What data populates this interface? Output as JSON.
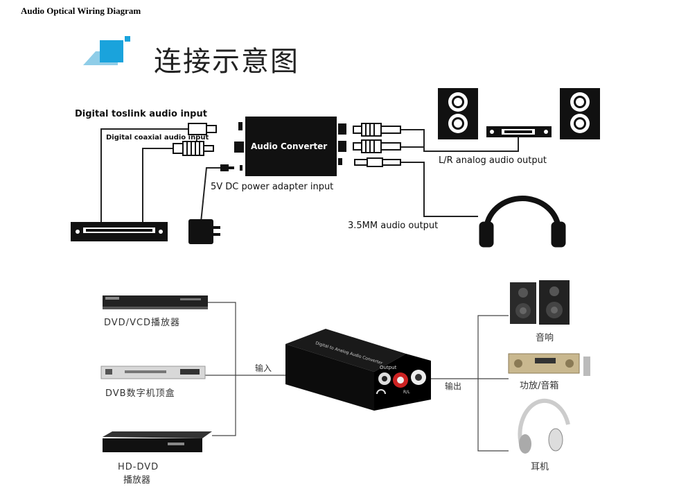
{
  "page_title": "Audio Optical Wiring Diagram",
  "section_title": "连接示意图",
  "top_diagram": {
    "converter_label": "Audio Converter",
    "toslink_input": "Digital  toslink audio input",
    "coaxial_input": "Digital  coaxial audio input",
    "power_input": "5V DC power adapter input",
    "analog_output": "L/R analog audio output",
    "headphone_output": "3.5MM audio output"
  },
  "bottom_diagram": {
    "sources": [
      {
        "label": "DVD/VCD播放器"
      },
      {
        "label": "DVB数字机顶盒"
      },
      {
        "label_line1": "HD-DVD",
        "label_line2": "播放器"
      }
    ],
    "input_label": "输入",
    "output_label": "输出",
    "device_text": {
      "name": "Digital to Analog Audio Converter",
      "output": "Output",
      "rl": "R/L"
    },
    "outputs": [
      {
        "label": "音响"
      },
      {
        "label": "功放/音箱"
      },
      {
        "label": "耳机"
      }
    ]
  },
  "colors": {
    "accent_cyan": "#1aa3dc",
    "device_black": "#111111",
    "rca_red": "#cc2222"
  }
}
